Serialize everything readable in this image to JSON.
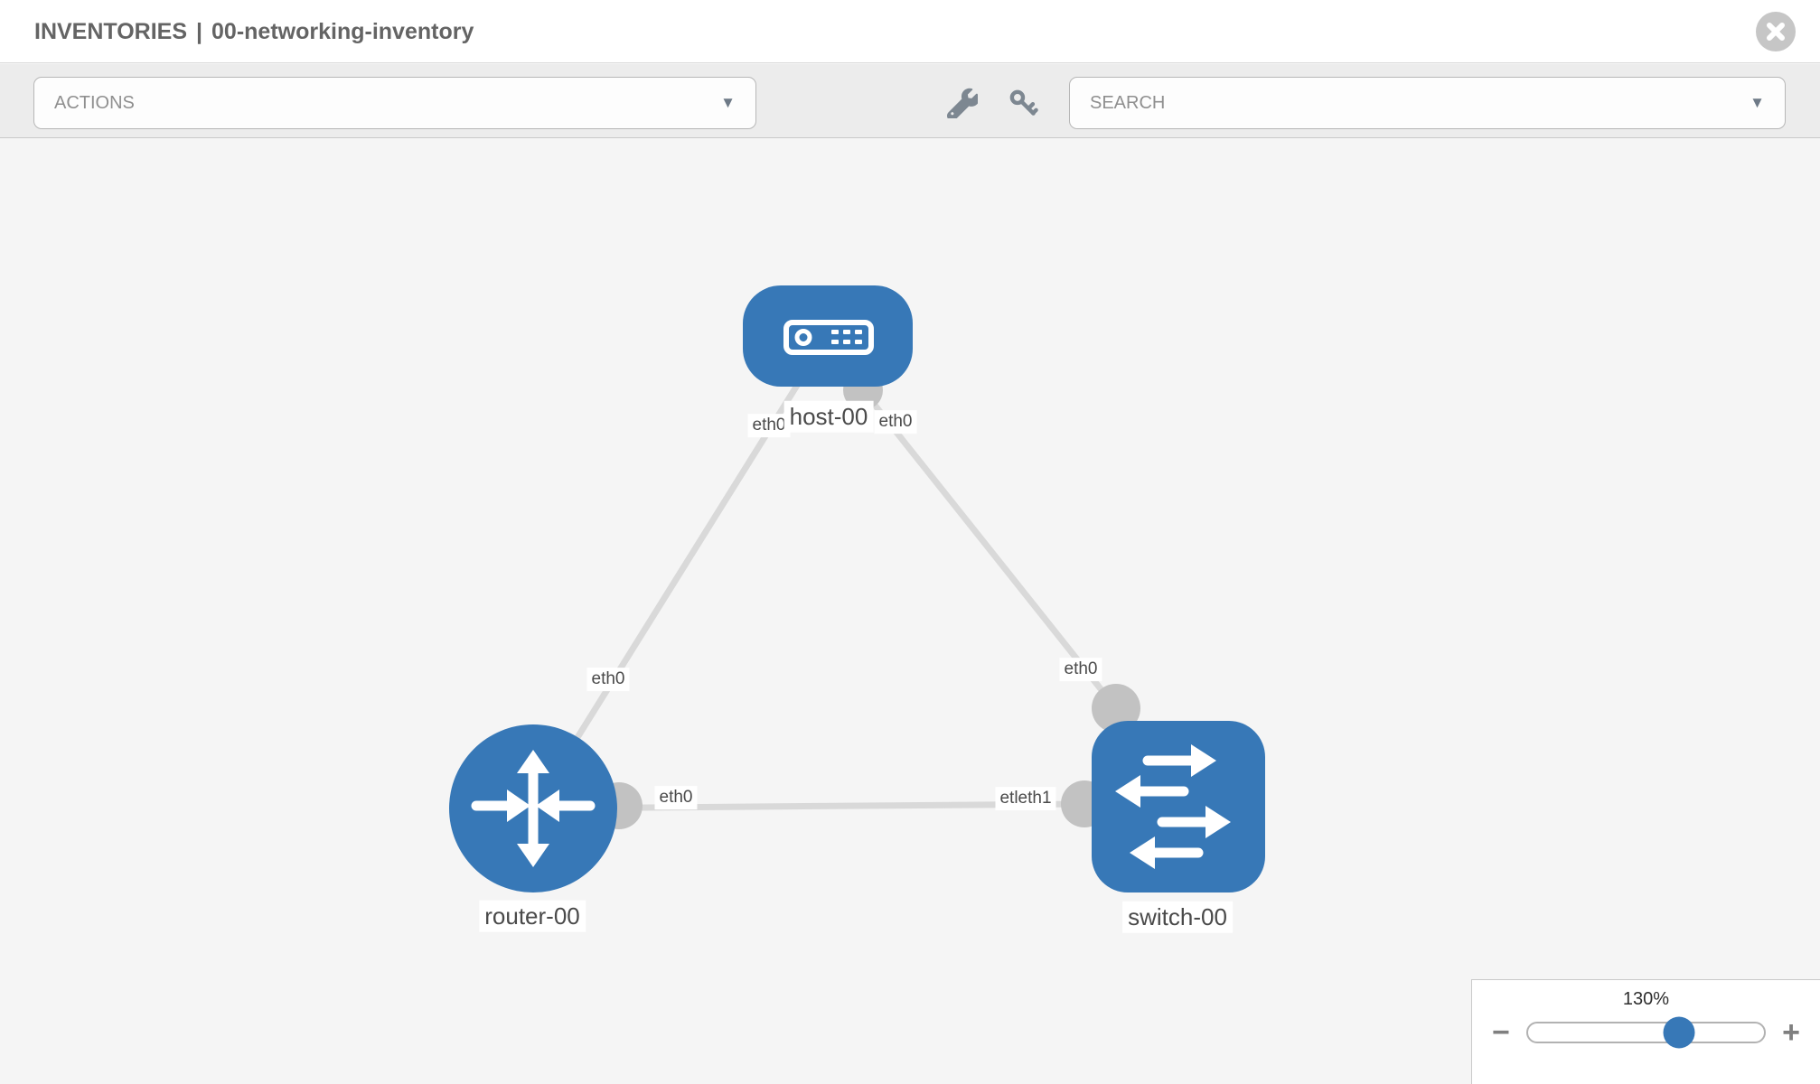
{
  "header": {
    "breadcrumb": "INVENTORIES",
    "separator": "|",
    "inventory_name": "00-networking-inventory"
  },
  "toolbar": {
    "actions_dropdown": {
      "value": "ACTIONS"
    },
    "search_dropdown": {
      "value": "SEARCH"
    },
    "tools": [
      {
        "icon": "wrench-icon"
      },
      {
        "icon": "key-icon"
      }
    ]
  },
  "glyphs": {
    "caret": "▼",
    "minus": "−",
    "plus": "+"
  },
  "topology": {
    "nodes": [
      {
        "label": "host-00",
        "type": "host"
      },
      {
        "label": "router-00",
        "type": "router"
      },
      {
        "label": "switch-00",
        "type": "switch"
      }
    ],
    "links": [
      {
        "from": "host-00",
        "to": "router-00"
      },
      {
        "from": "host-00",
        "to": "switch-00"
      },
      {
        "from": "router-00",
        "to": "switch-00"
      }
    ],
    "interface_labels": {
      "host_left": "eth0",
      "host_right": "eth0",
      "router_uplink": "eth0",
      "router_right": "eth0",
      "switch_uplink": "eth0",
      "switch_left": "etleth1"
    }
  },
  "zoom_control": {
    "level": "130%"
  },
  "colors": {
    "node_blue": "#3778b7",
    "edge_gray": "#d9d9d9",
    "connector_gray": "#c2c2c2"
  }
}
